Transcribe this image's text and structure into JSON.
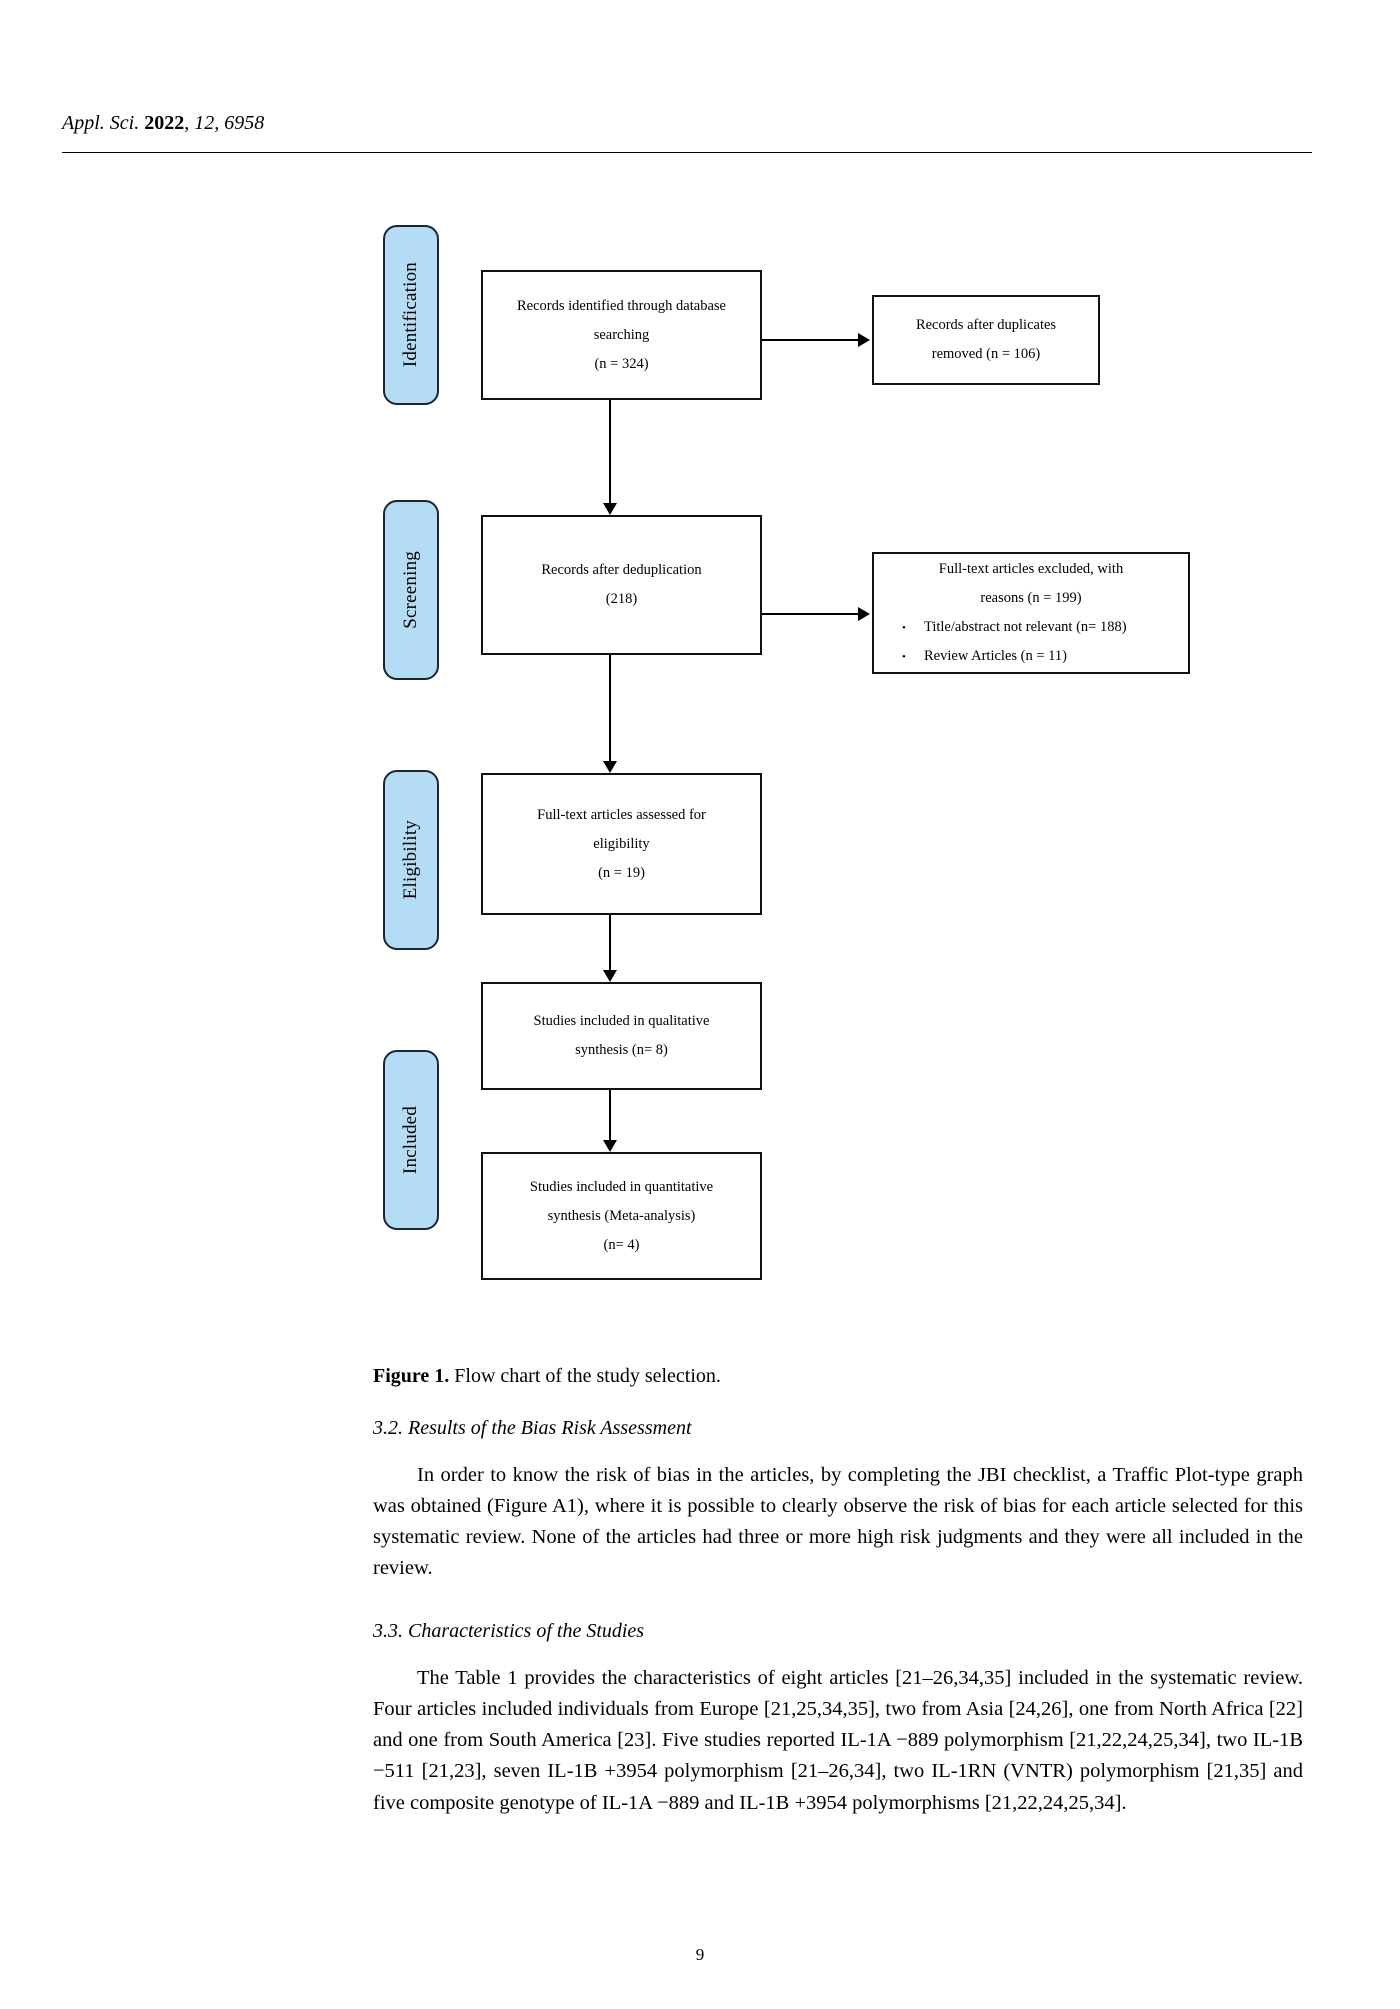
{
  "header": {
    "journal": "Appl. Sci.",
    "volume_year": "2022",
    "rest": ", 12, 6958"
  },
  "figure": {
    "stages": [
      {
        "label": "Identification"
      },
      {
        "label": "Screening"
      },
      {
        "label": "Eligibility"
      },
      {
        "label": "Included"
      }
    ],
    "boxes": {
      "records_identified": {
        "line1": "Records identified through database",
        "line2": "searching",
        "line3": "(n = 324)"
      },
      "duplicates_removed": {
        "line1": "Records  after  duplicates",
        "line2": "removed (n = 106)"
      },
      "after_dedup": {
        "line1": "Records after deduplication",
        "line2": "(218)"
      },
      "excluded": {
        "line1": "Full-text articles excluded, with",
        "line2": "reasons  (n = 199)",
        "bullet1": "Title/abstract not relevant (n= 188)",
        "bullet2": "Review Articles (n = 11)",
        "bullet_glyph": "•"
      },
      "fulltext_assessed": {
        "line1": "Full-text articles assessed for",
        "line2": "eligibility",
        "line3": "(n = 19)"
      },
      "qualitative": {
        "line1": "Studies  included  in  qualitative",
        "line2": "synthesis (n= 8)"
      },
      "quantitative": {
        "line1": "Studies included in quantitative",
        "line2": "synthesis (Meta-analysis)",
        "line3": "(n= 4)"
      }
    },
    "colors": {
      "stage_fill": "#b4ddf5",
      "stage_border": "#1b2530",
      "box_border": "#111111"
    }
  },
  "caption": {
    "label": "Figure 1.",
    "text": " Flow chart of the study selection."
  },
  "sections": [
    {
      "heading": "3.2. Results of the Bias Risk Assessment",
      "paragraph": "In order to know the risk of bias in the articles, by completing the JBI checklist, a Traffic Plot-type graph was obtained (Figure A1), where it is possible to clearly observe the risk of bias for each article selected for this systematic review. None of the articles had three or more high risk judgments and they were all included in the review."
    },
    {
      "heading": "3.3. Characteristics of the Studies",
      "paragraph": "The Table 1 provides the characteristics of eight articles [21–26,34,35] included in the systematic review. Four articles included individuals from Europe [21,25,34,35], two from Asia [24,26], one from North Africa [22] and one from South America [23]. Five studies reported IL-1A −889 polymorphism [21,22,24,25,34], two IL-1B −511 [21,23], seven IL-1B +3954 polymorphism [21–26,34], two IL-1RN (VNTR) polymorphism [21,35] and five composite genotype of IL-1A −889 and IL-1B +3954 polymorphisms [21,22,24,25,34]."
    }
  ],
  "page_number": "9"
}
